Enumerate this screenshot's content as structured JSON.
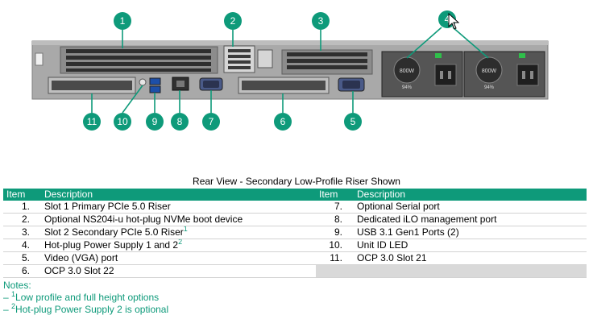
{
  "figure": {
    "callouts": [
      "1",
      "2",
      "3",
      "4",
      "11",
      "10",
      "9",
      "8",
      "7",
      "6",
      "5"
    ],
    "psu_labels": [
      "800W",
      "800W"
    ],
    "psu_efficiency": [
      "94%",
      "94%"
    ]
  },
  "caption": "Rear View - Secondary Low-Profile Riser Shown",
  "table": {
    "headers": [
      "Item",
      "Description",
      "Item",
      "Description"
    ],
    "left": [
      {
        "item": "1.",
        "desc": "Slot 1 Primary PCIe 5.0 Riser",
        "sup": ""
      },
      {
        "item": "2.",
        "desc": "Optional NS204i-u hot-plug NVMe boot device",
        "sup": ""
      },
      {
        "item": "3.",
        "desc": "Slot 2 Secondary PCIe 5.0 Riser",
        "sup": "1"
      },
      {
        "item": "4.",
        "desc": "Hot-plug Power Supply 1 and 2",
        "sup": "2"
      },
      {
        "item": "5.",
        "desc": "Video (VGA) port",
        "sup": ""
      },
      {
        "item": "6.",
        "desc": "OCP 3.0 Slot 22",
        "sup": ""
      }
    ],
    "right": [
      {
        "item": "7.",
        "desc": "Optional Serial port"
      },
      {
        "item": "8.",
        "desc": "Dedicated iLO management port"
      },
      {
        "item": "9.",
        "desc": "USB 3.1 Gen1 Ports (2)"
      },
      {
        "item": "10.",
        "desc": "Unit ID LED"
      },
      {
        "item": "11.",
        "desc": "OCP 3.0 Slot 21"
      }
    ]
  },
  "notes": {
    "title": "Notes:",
    "items": [
      {
        "dash": "– ",
        "sup": "1",
        "text": "Low profile and full height options"
      },
      {
        "dash": "– ",
        "sup": "2",
        "text": "Hot-plug Power Supply 2 is optional"
      }
    ]
  },
  "colors": {
    "accent": "#0e9a7a",
    "chassis": "#a9a9a9",
    "blank_cell": "#d9d9d9"
  }
}
